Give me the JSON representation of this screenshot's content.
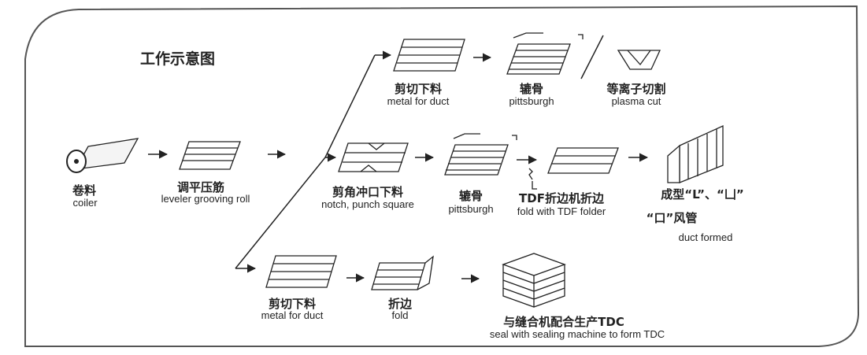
{
  "title": "工作示意图",
  "steps": {
    "coiler": {
      "zh": "卷料",
      "en": "coiler"
    },
    "leveler": {
      "zh": "调平压筋",
      "en": "leveler grooving roll"
    },
    "top_cut": {
      "zh": "剪切下料",
      "en": "metal for duct"
    },
    "top_pitts": {
      "zh": "辘骨",
      "en": "pittsburgh"
    },
    "plasma": {
      "zh": "等离子切割",
      "en": "plasma cut"
    },
    "notch": {
      "zh": "剪角冲口下料",
      "en": "notch, punch square"
    },
    "mid_pitts": {
      "zh": "辘骨",
      "en": "pittsburgh"
    },
    "tdf": {
      "zh": "TDF折边机折边",
      "en": "fold with TDF folder"
    },
    "formed": {
      "zh1": "成型“L”、“凵”",
      "zh2": "“口”风管",
      "en": "duct formed"
    },
    "bot_cut": {
      "zh": "剪切下料",
      "en": "metal for duct"
    },
    "fold": {
      "zh": "折边",
      "en": "fold"
    },
    "tdc": {
      "zh": "与缝合机配合生产TDC",
      "en": "seal with sealing machine to form TDC"
    }
  },
  "colors": {
    "ink": "#222222",
    "frame": "#555555"
  }
}
